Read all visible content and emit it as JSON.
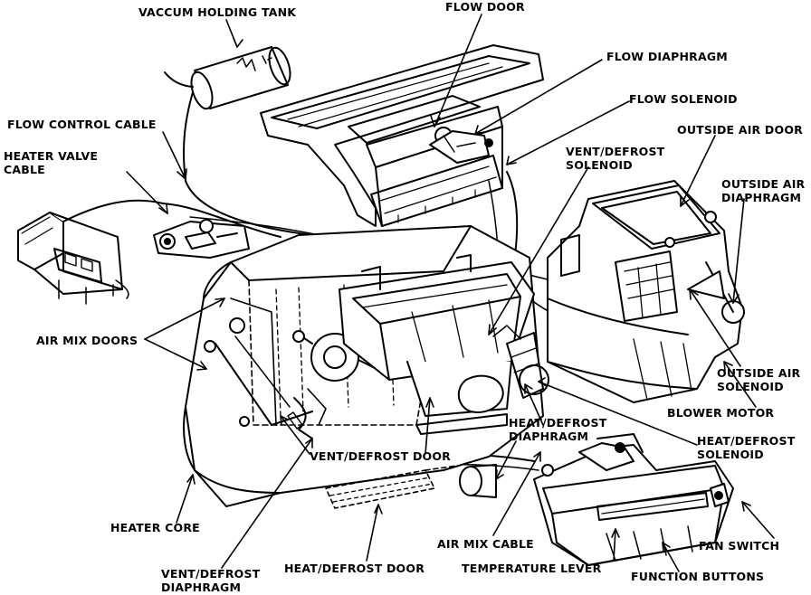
{
  "labels": {
    "vaccum_holding_tank": "VACCUM HOLDING TANK",
    "flow_door": "FLOW DOOR",
    "flow_diaphragm": "FLOW DIAPHRAGM",
    "flow_solenoid": "FLOW SOLENOID",
    "flow_control_cable": "FLOW CONTROL CABLE",
    "heater_valve_cable_1": "HEATER VALVE",
    "heater_valve_cable_2": "CABLE",
    "outside_air_door": "OUTSIDE AIR DOOR",
    "vent_defrost_solenoid_1": "VENT/DEFROST",
    "vent_defrost_solenoid_2": "SOLENOID",
    "outside_air_diaphragm_1": "OUTSIDE AIR",
    "outside_air_diaphragm_2": "DIAPHRAGM",
    "air_mix_doors": "AIR MIX DOORS",
    "outside_air_solenoid_1": "OUTSIDE AIR",
    "outside_air_solenoid_2": "SOLENOID",
    "blower_motor": "BLOWER MOTOR",
    "heat_defrost_diaphragm_1": "HEAT/DEFROST",
    "heat_defrost_diaphragm_2": "DIAPHRAGM",
    "heat_defrost_solenoid_1": "HEAT/DEFROST",
    "heat_defrost_solenoid_2": "SOLENOID",
    "vent_defrost_door": "VENT/DEFROST DOOR",
    "heater_core": "HEATER CORE",
    "air_mix_cable": "AIR MIX CABLE",
    "fan_switch": "FAN SWITCH",
    "vent_defrost_diaphragm_1": "VENT/DEFROST",
    "vent_defrost_diaphragm_2": "DIAPHRAGM",
    "heat_defrost_door": "HEAT/DEFROST DOOR",
    "temperature_lever": "TEMPERATURE LEVER",
    "function_buttons": "FUNCTION BUTTONS"
  }
}
